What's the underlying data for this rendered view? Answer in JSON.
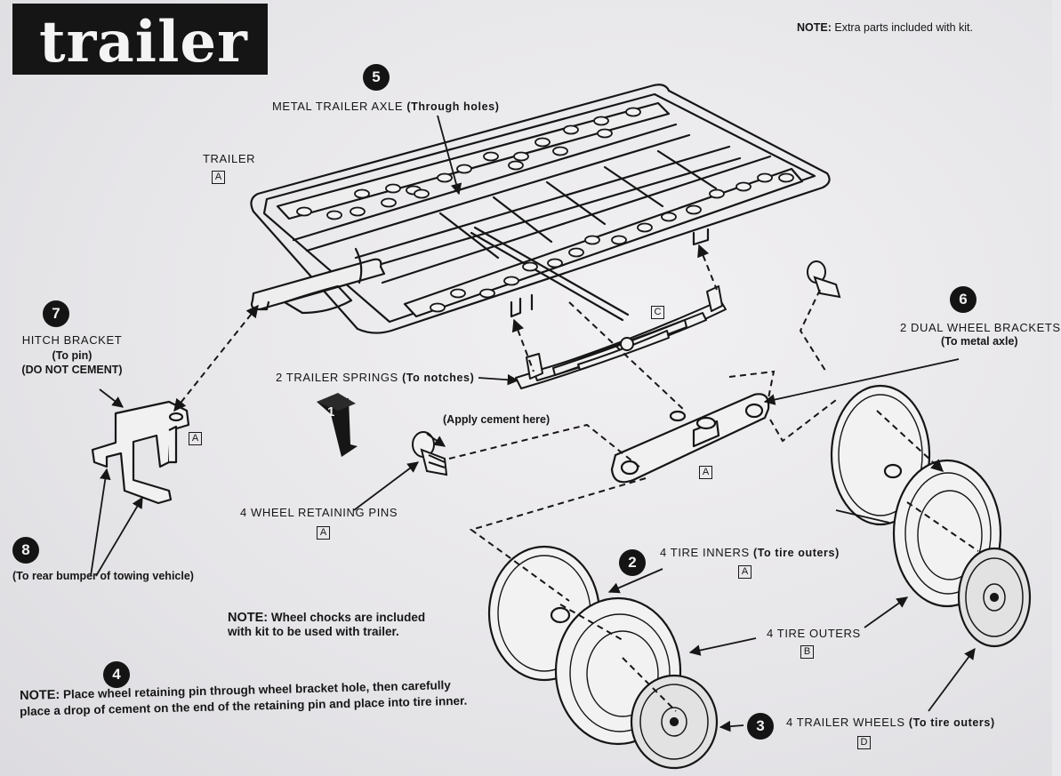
{
  "title": "trailer",
  "top_note": {
    "prefix": "NOTE:",
    "text": "Extra parts included with kit."
  },
  "steps": [
    "1",
    "2",
    "3",
    "4",
    "5",
    "6",
    "7",
    "8"
  ],
  "labels": {
    "axle_main": "METAL TRAILER AXLE",
    "axle_sub": "(Through holes)",
    "trailer": "TRAILER",
    "springs_main": "2 TRAILER SPRINGS",
    "springs_sub": "(To notches)",
    "hitch_main": "HITCH BRACKET",
    "hitch_sub1": "(To pin)",
    "hitch_sub2": "(DO NOT CEMENT)",
    "rear_bumper": "(To rear bumper of towing vehicle)",
    "apply_cement": "(Apply cement here)",
    "pins": "4 WHEEL RETAINING PINS",
    "brackets_main": "2 DUAL WHEEL BRACKETS",
    "brackets_sub": "(To metal axle)",
    "tire_inners_main": "4 TIRE INNERS",
    "tire_inners_sub": "(To tire outers)",
    "tire_outers": "4 TIRE OUTERS",
    "wheels_main": "4 TRAILER WHEELS",
    "wheels_sub": "(To tire outers)"
  },
  "part_letters": {
    "trailer": "A",
    "springs": "C",
    "hitch": "A",
    "bracket": "A",
    "pins": "A",
    "tire_inners": "A",
    "tire_outers": "B",
    "wheels": "D"
  },
  "chocks_note": {
    "prefix": "NOTE:",
    "line1": "Wheel chocks are included",
    "line2": "with kit to be used with trailer."
  },
  "pin_note": {
    "prefix": "NOTE:",
    "line1": "Place wheel retaining pin through wheel bracket hole, then carefully",
    "line2": "place a drop of cement on the end of the retaining pin and place into tire inner."
  }
}
